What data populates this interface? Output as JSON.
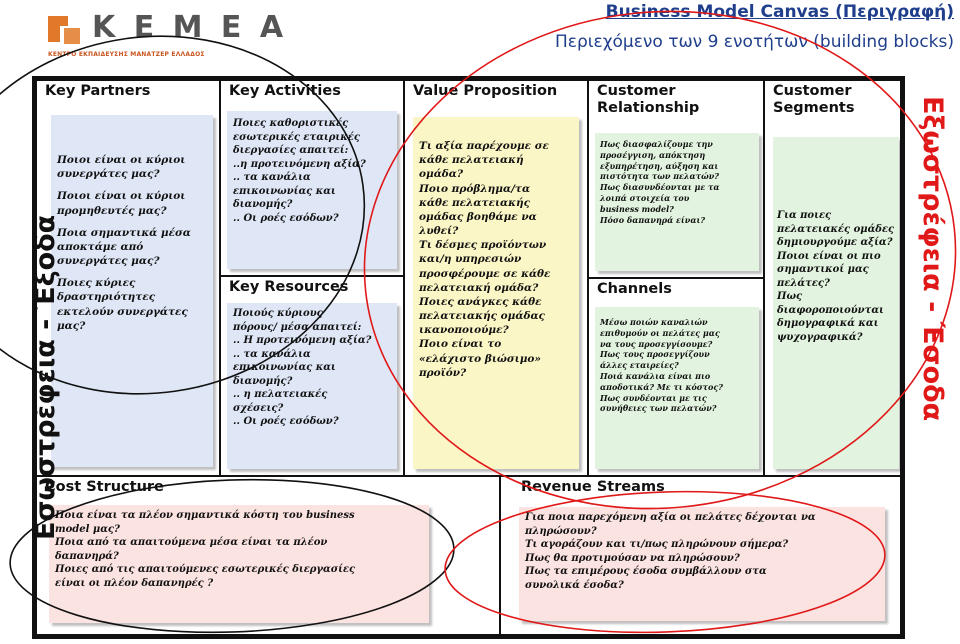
{
  "header": {
    "logo_word": "K E M E A",
    "logo_sub": "ΚΕΝΤΡΟ ΕΚΠΑΙΔΕΥΣΗΣ ΜΑΝΑΤΖΕΡ ΕΛΛΑΔΟΣ",
    "title": "Business Model Canvas (Περιγραφή)",
    "subtitle": "Περιεχόμενο των 9 ενοτήτων (building blocks)"
  },
  "blocks": {
    "key_partners": {
      "title": "Key Partners",
      "lines": [
        "Ποιοι είναι οι κύριοι",
        "συνεργάτες μας?",
        "Ποιοι είναι οι κύριοι",
        "προμηθευτές μας?",
        "Ποια σημαντικά μέσα",
        "αποκτάμε από",
        "συνεργάτες μας?",
        "Ποιες κύριες",
        "δραστηριότητες",
        "εκτελούν συνεργάτες",
        "μας?"
      ]
    },
    "key_activities": {
      "title": "Key Activities",
      "lines": [
        "Ποιες καθοριστικές",
        "εσωτερικές εταιρικές",
        "διεργασίες απαιτεί:",
        "..η προτεινόμενη αξία?",
        ".. τα κανάλια",
        "επικοινωνίας και",
        "διανομής?",
        ".. Οι ροές εσόδων?"
      ]
    },
    "key_resources": {
      "title": "Key Resources",
      "lines": [
        "Ποιούς κύριους",
        "πόρους/ μέσα απαιτεί:",
        ".. Η προτεινόμενη αξία?",
        ".. τα κανάλια",
        "επικοινωνίας και",
        "διανομής?",
        ".. η πελατειακές",
        "σχέσεις?",
        ".. Οι ροές εσόδων?"
      ]
    },
    "value_proposition": {
      "title": "Value Proposition",
      "lines": [
        "Τι αξία παρέχουμε σε",
        "κάθε πελατειακή",
        "ομάδα?",
        "Ποιο πρόβλημα/τα",
        "κάθε πελατειακής",
        "ομάδας βοηθάμε να",
        "λυθεί?",
        "Τι δέσμες προϊόντων",
        "και/η υπηρεσιών",
        "προσφέρουμε σε κάθε",
        "πελατειακή ομάδα?",
        "Ποιες ανάγκες κάθε",
        "πελατειακής ομάδας",
        "ικανοποιούμε?",
        "Ποιο είναι το",
        "«ελάχιστο βιώσιμο»",
        "προϊόν?"
      ]
    },
    "customer_relationship": {
      "title_line1": "Customer",
      "title_line2": "Relationship",
      "lines": [
        "Πως διασφαλίζουμε την",
        "προσέγγιση, απόκτηση",
        "εξυπηρέτηση, αύξηση και",
        "πιστότητα των πελατών?",
        "Πως διασυνδέονται με τα",
        "λοιπά στοιχεία του",
        "business model?",
        "Πόσο δαπανηρά είναι?"
      ]
    },
    "channels": {
      "title": "Channels",
      "lines": [
        "Μέσω ποιών καναλιών",
        "επιθυμούν οι πελάτες μας",
        "να τους προσεγγίσουμε?",
        "Πως τους προσεγγίζουν",
        "άλλες εταιρείες?",
        "Ποιά κανάλια είναι πιο",
        "αποδοτικά? Με τι κόστος?",
        "Πως συνδέονται με τις",
        "συνήθειες των πελατών?"
      ]
    },
    "customer_segments": {
      "title_line1": "Customer",
      "title_line2": "Segments",
      "lines": [
        "Για ποιες",
        "πελατειακές ομάδες",
        "δημιουργούμε αξία?",
        "Ποιοι είναι οι πιο",
        "σημαντικοί μας",
        "πελάτες?",
        "Πως",
        "διαφοροποιούνται",
        "δημογραφικά και",
        "ψυχογραφικά?"
      ]
    },
    "cost_structure": {
      "title": "Cost Structure",
      "lines": [
        "Ποια είναι τα πλέον σημαντικά κόστη του business",
        "model μας?",
        "Ποια από τα απαιτούμενα μέσα είναι τα πλέον",
        "δαπανηρά?",
        "Ποιες από τις απαιτούμενες εσωτερικές διεργασίες",
        "είναι οι πλέον δαπανηρές ?"
      ]
    },
    "revenue_streams": {
      "title": "Revenue Streams",
      "lines": [
        "Για ποια παρεχόμενη αξία οι πελάτες δέχονται να",
        "πληρώσουν?",
        "Τι αγοράζουν και τι/πως πληρώνουν σήμερα?",
        "Πως θα προτιμούσαν να πληρώσουν?",
        "Πως τα επιμέρους έσοδα συμβάλλουν στα",
        "συνολικά έσοδα?"
      ]
    }
  },
  "annotations": {
    "left_label": "Εσωστρέφεια - Έξοδα",
    "right_label": "Εξωστρέφεια - Έσοδα"
  },
  "colors": {
    "title_blue": "#1f3e8c",
    "annotation_red": "#e01818",
    "logo_orange": "#e07a2a",
    "note_blue": "#dfe7f7",
    "note_yellow": "#fbf6c6",
    "note_green": "#e2f4df",
    "note_pink": "#fbe3e1"
  }
}
